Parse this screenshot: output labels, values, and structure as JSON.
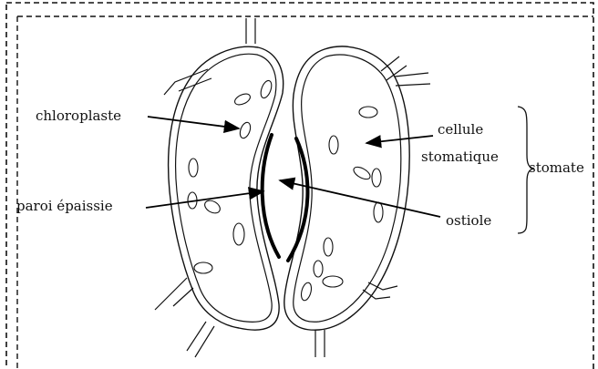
{
  "labels": {
    "chloroplaste": "chloroplaste",
    "paroi": "paroi épaissie",
    "cellule_line1": "cellule",
    "cellule_line2": "stomatique",
    "ostiole": "ostiole",
    "stomate": "stomate"
  },
  "colors": {
    "stroke": "#111111",
    "background": "#ffffff",
    "frame": "#111111"
  }
}
